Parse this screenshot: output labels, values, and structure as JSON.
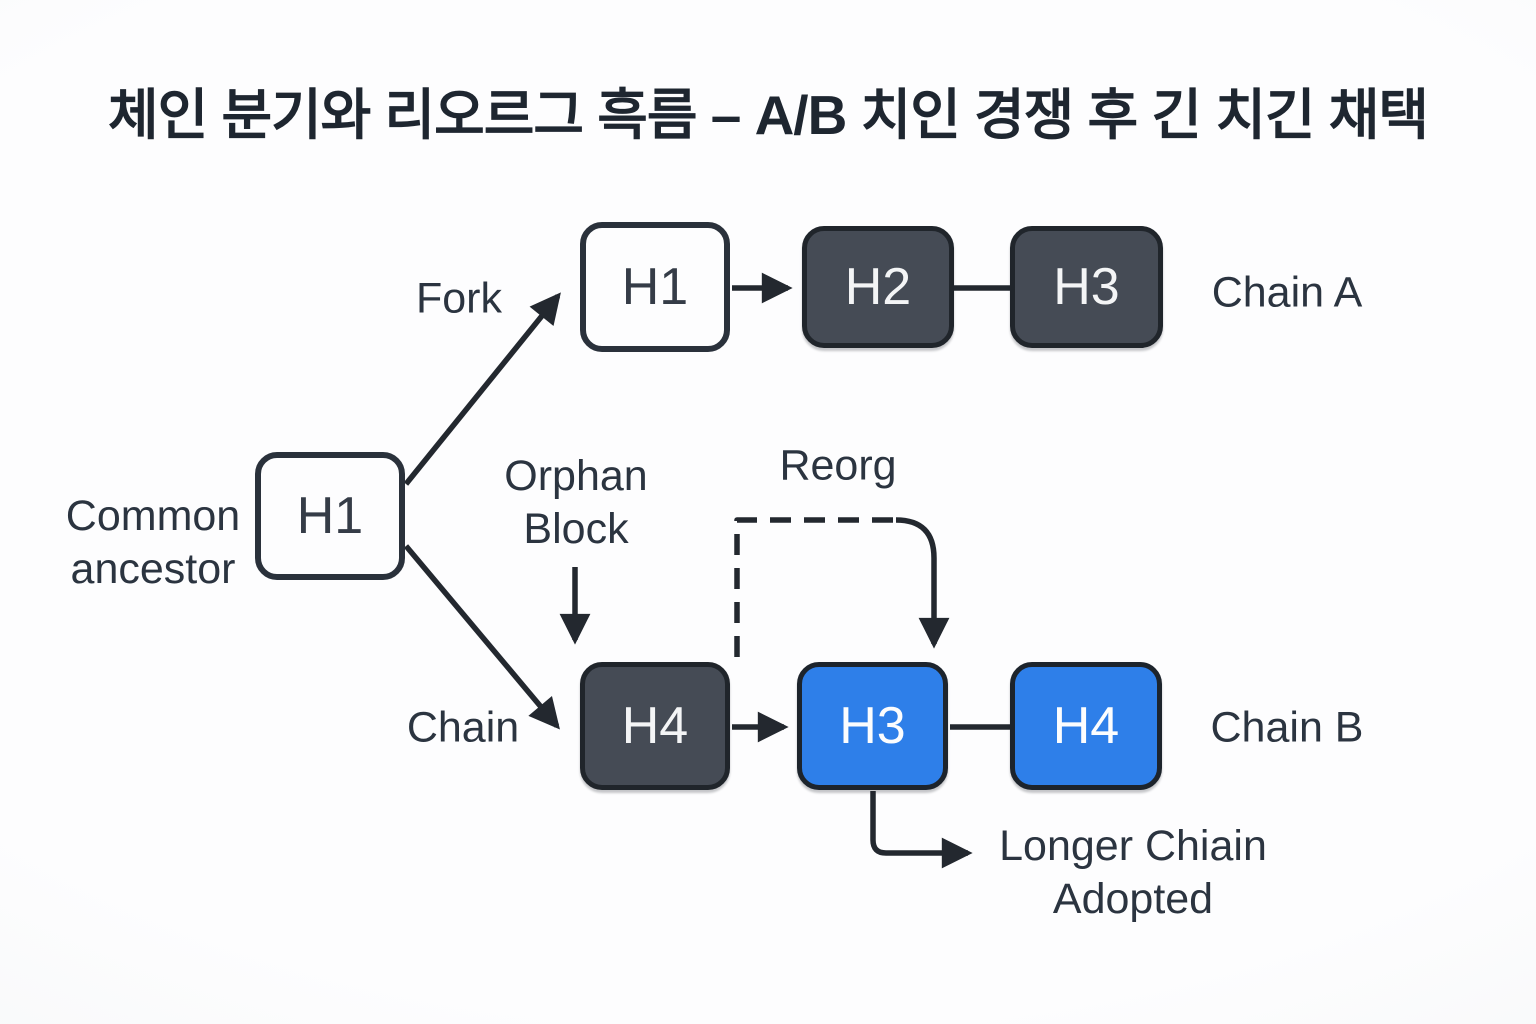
{
  "title": "체인 분기와 리오르그 흑름 – A/B 치인 경쟁 후 긴 치긴 채택",
  "labels": {
    "fork": "Fork",
    "chain": "Chain",
    "chain_a": "Chain A",
    "chain_b": "Chain B",
    "common_ancestor_line1": "Common",
    "common_ancestor_line2": "ancestor",
    "orphan_line1": "Orphan",
    "orphan_line2": "Block",
    "reorg": "Reorg",
    "longer_chain_line1": "Longer Chiain",
    "longer_chain_line2": "Adopted"
  },
  "blocks": {
    "ancestor": "H1",
    "chain_a": [
      "H1",
      "H2",
      "H3"
    ],
    "chain_b": [
      "H4",
      "H3",
      "H4"
    ]
  },
  "colors": {
    "background": "#fbfcfd",
    "stroke": "#23282f",
    "box_white_fill": "#fdfdfe",
    "box_dark_fill": "#454b55",
    "box_blue_fill": "#2e7fe9",
    "text_dark": "#2b3440",
    "text_light": "#f4f5f6"
  }
}
